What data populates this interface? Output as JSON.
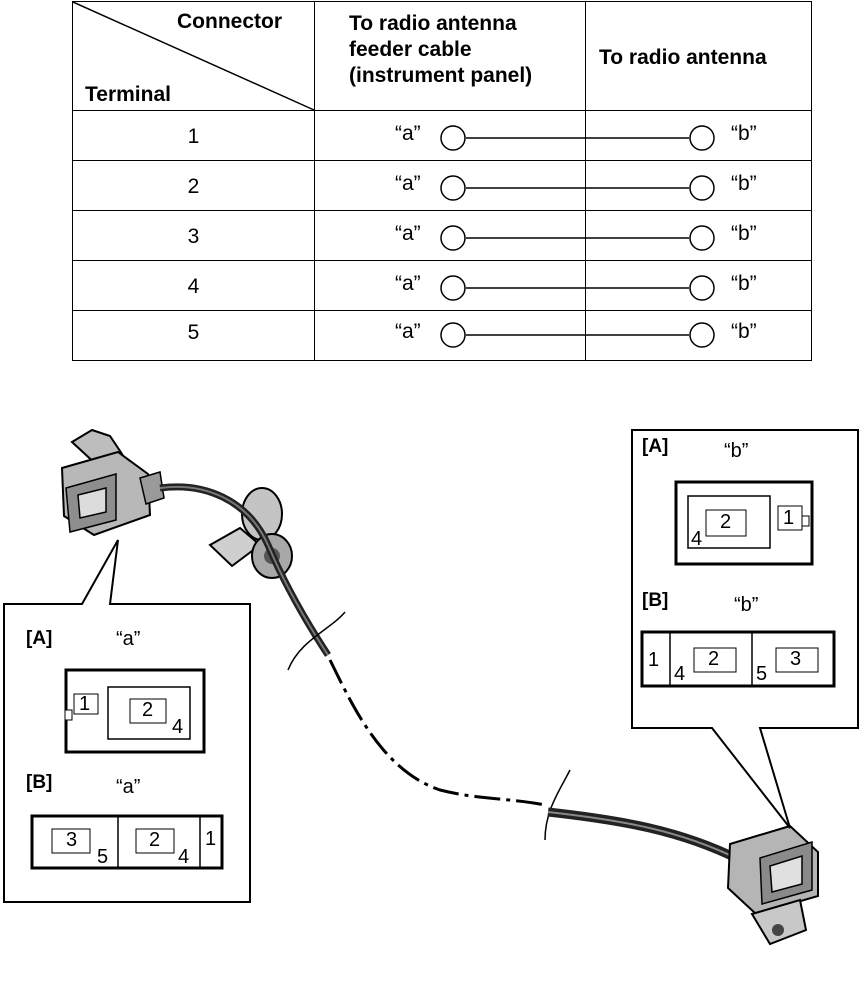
{
  "table": {
    "header_connector": "Connector",
    "header_terminal": "Terminal",
    "col_a_line1": "To radio antenna",
    "col_a_line2": "feeder cable",
    "col_a_line3": "(instrument panel)",
    "col_b": "To radio antenna",
    "rows": [
      {
        "terminal": "1",
        "a": "“a”",
        "b": "“b”"
      },
      {
        "terminal": "2",
        "a": "“a”",
        "b": "“b”"
      },
      {
        "terminal": "3",
        "a": "“a”",
        "b": "“b”"
      },
      {
        "terminal": "4",
        "a": "“a”",
        "b": "“b”"
      },
      {
        "terminal": "5",
        "a": "“a”",
        "b": "“b”"
      }
    ]
  },
  "left_callout": {
    "label_A": "[A]",
    "conn_A": "“a”",
    "label_B": "[B]",
    "conn_B": "“a”",
    "A_pins": [
      "1",
      "2",
      "4"
    ],
    "B_pins": [
      "3",
      "5",
      "2",
      "4",
      "1"
    ]
  },
  "right_callout": {
    "label_A": "[A]",
    "conn_A": "“b”",
    "label_B": "[B]",
    "conn_B": "“b”",
    "A_pins": [
      "4",
      "2",
      "1"
    ],
    "B_pins": [
      "1",
      "4",
      "2",
      "5",
      "3"
    ]
  }
}
